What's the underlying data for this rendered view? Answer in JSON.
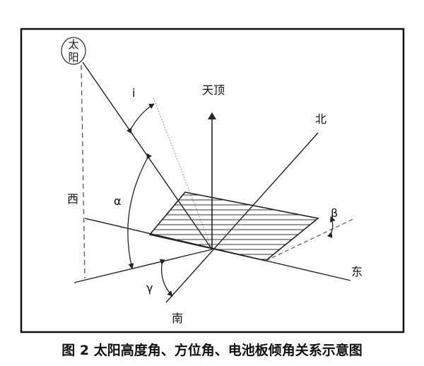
{
  "labels": {
    "sun_line1": "太",
    "sun_line2": "阳",
    "zenith": "天顶",
    "north": "北",
    "west": "西",
    "east": "东",
    "south": "南",
    "alpha": "α",
    "beta": "β",
    "gamma": "γ",
    "incidence": "i"
  },
  "caption": "图 2  太阳高度角、方位角、电池板倾角关系示意图"
}
